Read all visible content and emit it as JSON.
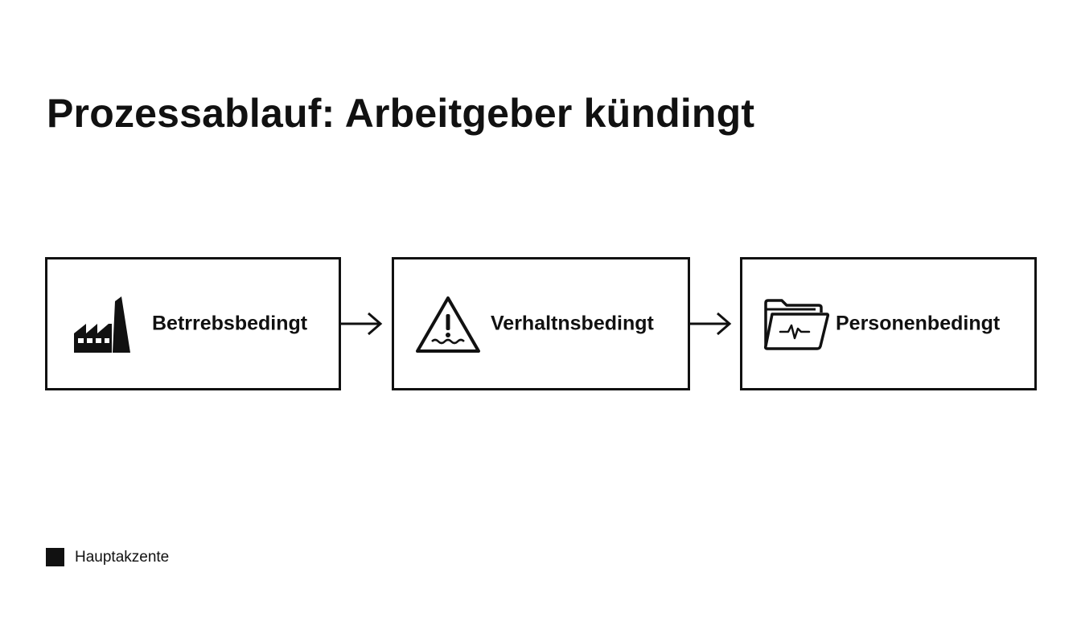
{
  "title": "Prozessablauf: Arbeitgeber kündingt",
  "steps": [
    {
      "label": "Betrrebsbedingt",
      "icon": "factory-icon"
    },
    {
      "label": "Verhaltnsbedingt",
      "icon": "warning-triangle-icon"
    },
    {
      "label": "Personenbedingt",
      "icon": "medical-folder-icon"
    }
  ],
  "connectors": [
    {
      "icon": "arrow-right-icon"
    },
    {
      "icon": "arrow-right-icon"
    }
  ],
  "legend": {
    "label": "Hauptakzente",
    "color": "#111111"
  },
  "colors": {
    "stroke": "#111111",
    "background": "#ffffff"
  }
}
